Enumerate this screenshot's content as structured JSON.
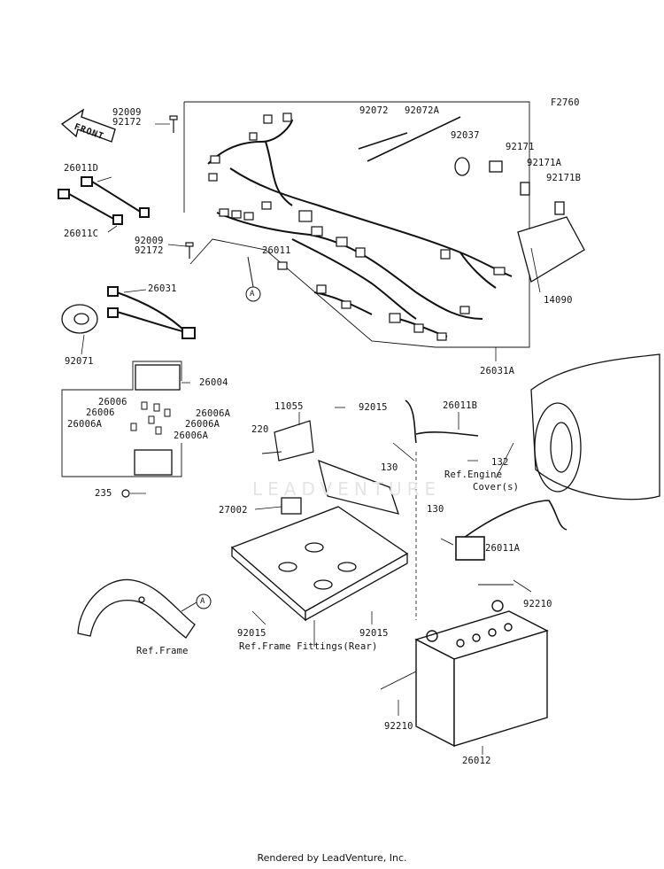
{
  "diagram": {
    "code": "F2760",
    "front_label": "FRONT",
    "watermark": "LEADVENTURE",
    "labels": {
      "p92009_top": "92009",
      "p92172_top": "92172",
      "p26011D": "26011D",
      "p26011C": "26011C",
      "p92009_mid": "92009",
      "p92172_mid": "92172",
      "p26011": "26011",
      "callout_a_top": "A",
      "p26031": "26031",
      "p92071": "92071",
      "p92072": "92072",
      "p92072A": "92072A",
      "p92037": "92037",
      "p92171": "92171",
      "p92171A": "92171A",
      "p92171B": "92171B",
      "p14090": "14090",
      "p26031A": "26031A",
      "p26004": "26004",
      "p26006_a": "26006",
      "p26006_b": "26006",
      "p26006A_a": "26006A",
      "p26006A_b": "26006A",
      "p26006A_c": "26006A",
      "p26006A_d": "26006A",
      "p235": "235",
      "p11055": "11055",
      "p220": "220",
      "p92015_top": "92015",
      "p130_a": "130",
      "p26011B": "26011B",
      "p132": "132",
      "ref_engine": "Ref.Engine",
      "cover": "Cover(s)",
      "p27002": "27002",
      "p130_b": "130",
      "p26011A": "26011A",
      "p92210_right": "92210",
      "callout_a_bottom": "A",
      "ref_frame": "Ref.Frame",
      "p92015_left": "92015",
      "p92015_right": "92015",
      "ref_frame_fittings": "Ref.Frame Fittings(Rear)",
      "p92210_bottom": "92210",
      "p26012": "26012"
    },
    "credit": "Rendered by LeadVenture, Inc."
  }
}
